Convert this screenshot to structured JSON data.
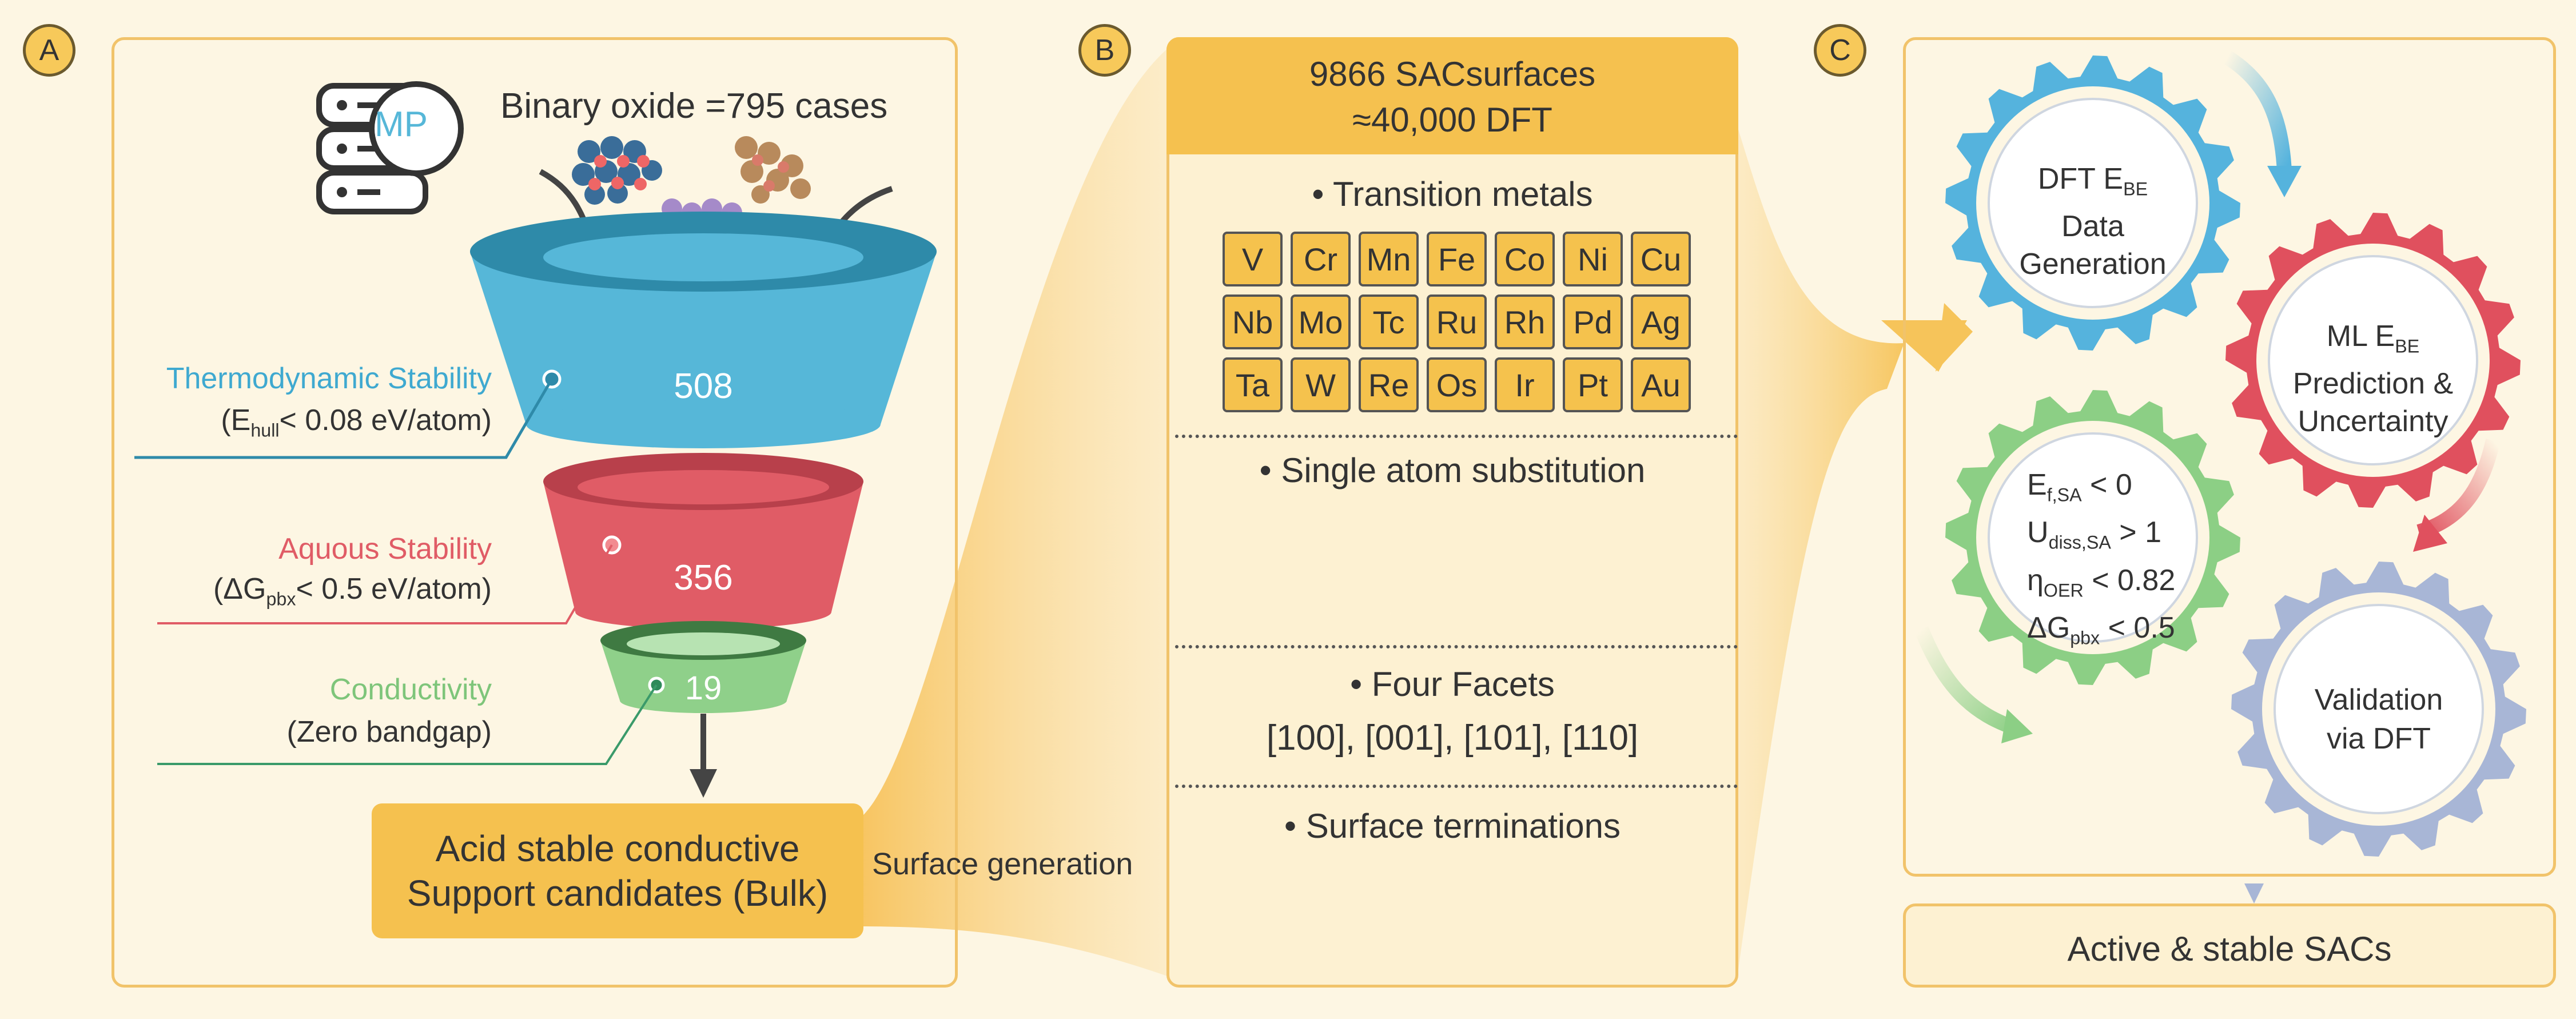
{
  "badges": {
    "a": "A",
    "b": "B",
    "c": "C"
  },
  "panel_a": {
    "db_label": "MP",
    "binary_oxide": "Binary oxide =795 cases",
    "funnel": [
      {
        "count": "508",
        "title": "Thermodynamic Stability",
        "crit_pre": "(E",
        "crit_sub": "hull",
        "crit_post": "< 0.08 eV/atom)",
        "color": "#56b7d8"
      },
      {
        "count": "356",
        "title": "Aquous Stability",
        "crit_pre": "(ΔG",
        "crit_sub": "pbx",
        "crit_post": "< 0.5 eV/atom)",
        "color": "#e05c66"
      },
      {
        "count": "19",
        "title": "Conductivity",
        "crit_pre": "(Zero bandgap)",
        "crit_sub": "",
        "crit_post": "",
        "color": "#8fd08a"
      }
    ],
    "result_line1": "Acid stable conductive",
    "result_line2": "Support candidates (Bulk)",
    "surface_generation": "Surface generation"
  },
  "panel_b": {
    "header_line1": "9866 SACsurfaces",
    "header_line2": "≈40,000 DFT",
    "transition_metals_title": "• Transition metals",
    "elements": [
      "V",
      "Cr",
      "Mn",
      "Fe",
      "Co",
      "Ni",
      "Cu",
      "Nb",
      "Mo",
      "Tc",
      "Ru",
      "Rh",
      "Pd",
      "Ag",
      "Ta",
      "W",
      "Re",
      "Os",
      "Ir",
      "Pt",
      "Au"
    ],
    "substitution_title": "• Single atom substitution",
    "facets_title": "• Four Facets",
    "facets_values": "[100], [001], [101], [110]",
    "terminations_title": "• Surface terminations"
  },
  "panel_c": {
    "gear_dft": {
      "line1_pre": "DFT E",
      "line1_sub": "BE",
      "line2": "Data",
      "line3": "Generation",
      "color": "#55b3dd"
    },
    "gear_ml": {
      "line1_pre": "ML E",
      "line1_sub": "BE",
      "line2": "Prediction &",
      "line3": "Uncertainty",
      "color": "#e0505e"
    },
    "gear_criteria": {
      "rows": [
        {
          "pre": "E",
          "sub": "f,SA",
          "post": " < 0"
        },
        {
          "pre": "U",
          "sub": "diss,SA",
          "post": " > 1"
        },
        {
          "pre": "η",
          "sub": "OER",
          "post": " < 0.82"
        },
        {
          "pre": "ΔG",
          "sub": "pbx",
          "post": " < 0.5"
        }
      ],
      "color": "#8ccf85"
    },
    "gear_validation": {
      "line1": "Validation",
      "line2": "via DFT",
      "color": "#a8b6d6"
    },
    "final": "Active & stable SACs"
  }
}
